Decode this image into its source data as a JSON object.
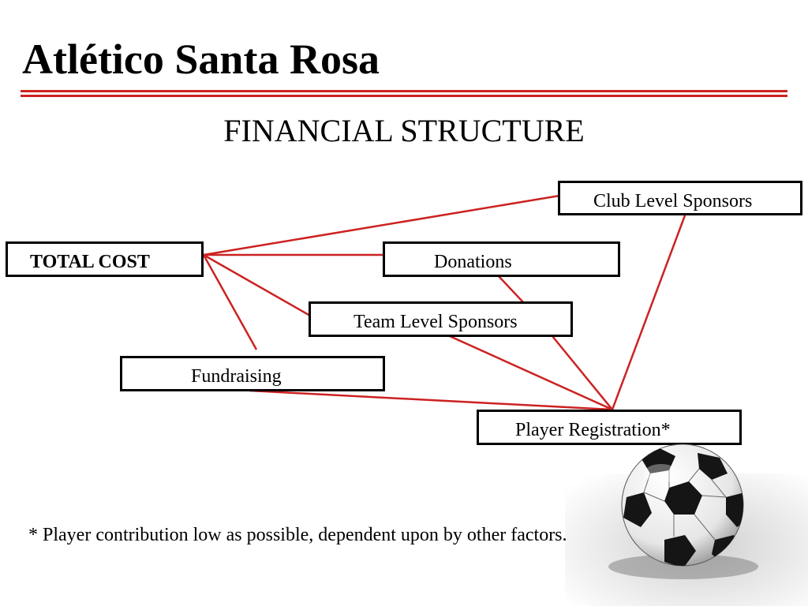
{
  "header": {
    "title": "Atlético Santa Rosa",
    "subtitle": "FINANCIAL STRUCTURE",
    "accent_color": "#cc2222"
  },
  "diagram": {
    "nodes": {
      "club": "Club Level Sponsors",
      "total": "TOTAL COST",
      "donations": "Donations",
      "team": "Team Level Sponsors",
      "fundraising": "Fundraising",
      "player": "Player Registration*"
    },
    "line_color": "#cc2222",
    "connections": [
      [
        "total",
        "club"
      ],
      [
        "total",
        "donations"
      ],
      [
        "total",
        "team"
      ],
      [
        "total",
        "fundraising"
      ],
      [
        "donations",
        "team"
      ],
      [
        "club",
        "player"
      ],
      [
        "team",
        "player"
      ],
      [
        "fundraising",
        "player"
      ]
    ]
  },
  "footnote": "* Player contribution low as possible, dependent upon by other factors.",
  "decoration": {
    "image": "soccer-ball"
  }
}
